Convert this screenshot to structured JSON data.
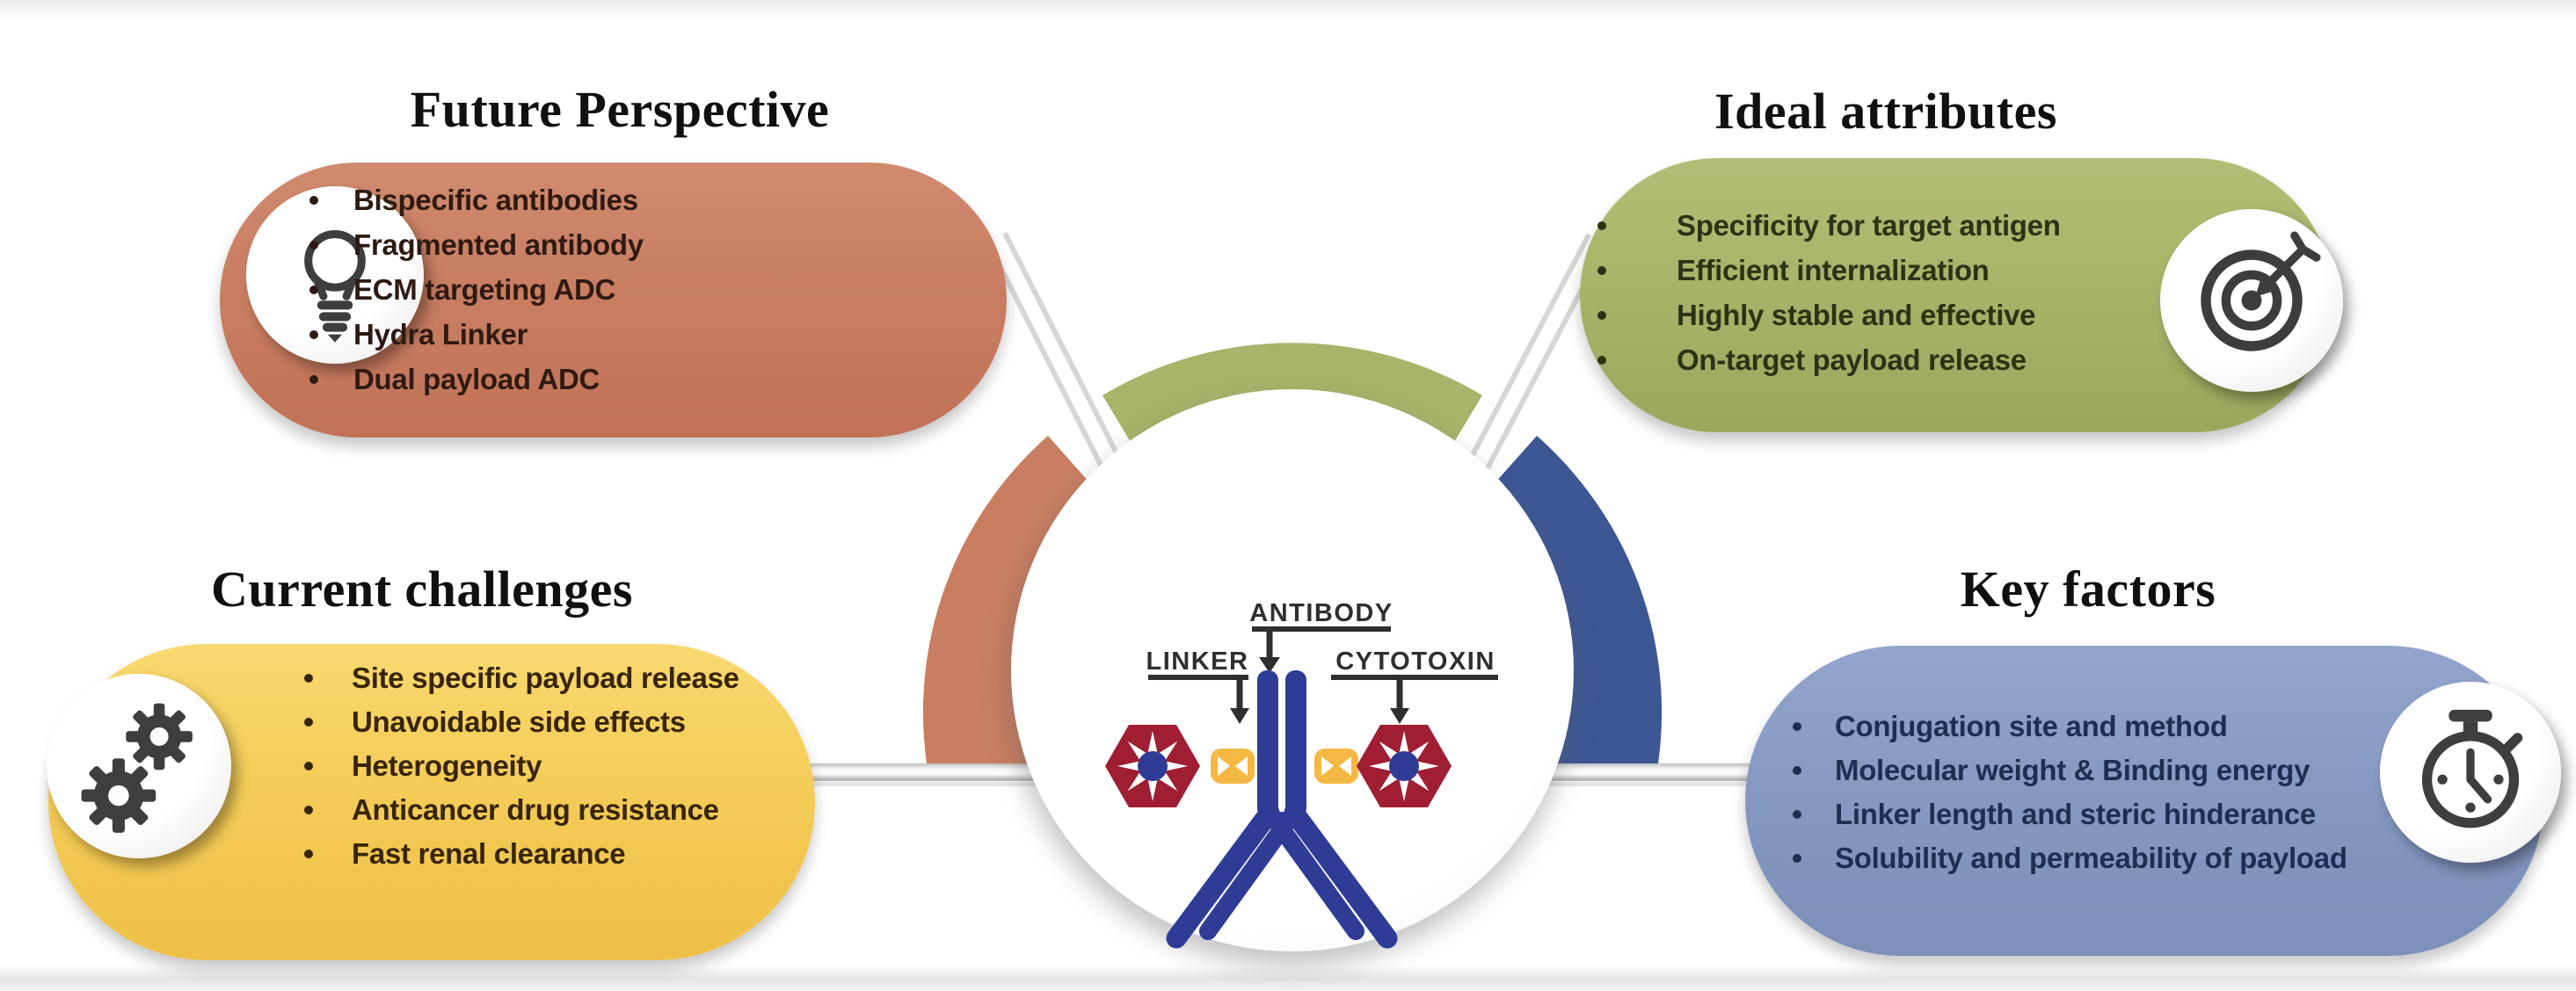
{
  "boxes": {
    "future": {
      "title": "Future Perspective",
      "icon": "lightbulb-icon",
      "color": "#c97e62",
      "text_color": "#2e1a12",
      "items": [
        "Bispecific antibodies",
        "Fragmented antibody",
        "ECM targeting ADC",
        "Hydra Linker",
        "Dual payload ADC"
      ]
    },
    "ideal": {
      "title": "Ideal attributes",
      "icon": "target-icon",
      "color": "#a9b369",
      "text_color": "#2b3316",
      "items": [
        "Specificity for target antigen",
        "Efficient internalization",
        "Highly stable and effective",
        "On-target payload release"
      ]
    },
    "current": {
      "title": "Current challenges",
      "icon": "gears-icon",
      "color": "#f4cc58",
      "text_color": "#382508",
      "items": [
        "Site specific payload release",
        "Unavoidable side effects",
        "Heterogeneity",
        "Anticancer drug resistance",
        "Fast renal clearance"
      ]
    },
    "key": {
      "title": "Key factors",
      "icon": "stopwatch-icon",
      "color": "#8699c2",
      "text_color": "#1e2d52",
      "items": [
        "Conjugation site and method",
        "Molecular weight & Binding energy",
        "Linker length and steric hinderance",
        "Solubility and permeability of payload"
      ]
    }
  },
  "center": {
    "labels": {
      "antibody": "ANTIBODY",
      "linker": "LINKER",
      "cytotoxin": "CYTOTOXIN"
    },
    "ring_colors": {
      "left": "#c97e62",
      "top": "#a9b369",
      "right": "#3d5795"
    },
    "antibody_color": "#2e3c96",
    "linker_color": "#f5b843",
    "cytotoxin_color": "#a01e33",
    "label_color": "#2f2f2f"
  }
}
